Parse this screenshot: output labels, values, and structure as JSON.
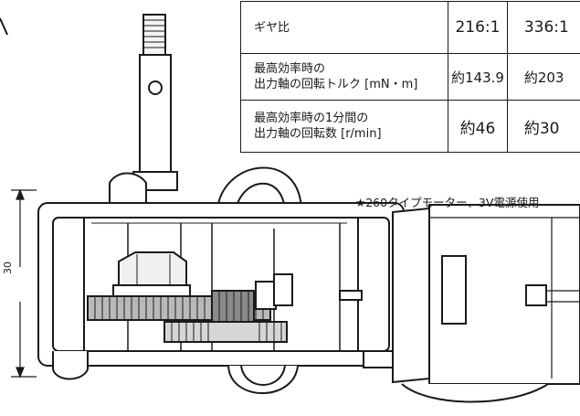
{
  "table": {
    "rows": [
      {
        "label_lines": [
          "ギヤ比"
        ],
        "values": [
          "216:1",
          "336:1"
        ]
      },
      {
        "label_lines": [
          "最高効率時の",
          "出力軸の回転トルク [mN・m]"
        ],
        "values": [
          "約143.9",
          "約203"
        ]
      },
      {
        "label_lines": [
          "最高効率時の1分間の",
          "出力軸の回転数 [r/min]"
        ],
        "values": [
          "約46",
          "約30"
        ]
      }
    ]
  },
  "note": "★260タイプモーター、3V電源使用",
  "dimension_label": "30",
  "colors": {
    "ink": "#1a1a1a",
    "gear_shade": "#b9b9b9",
    "gear_dark": "#8a8a8a"
  }
}
